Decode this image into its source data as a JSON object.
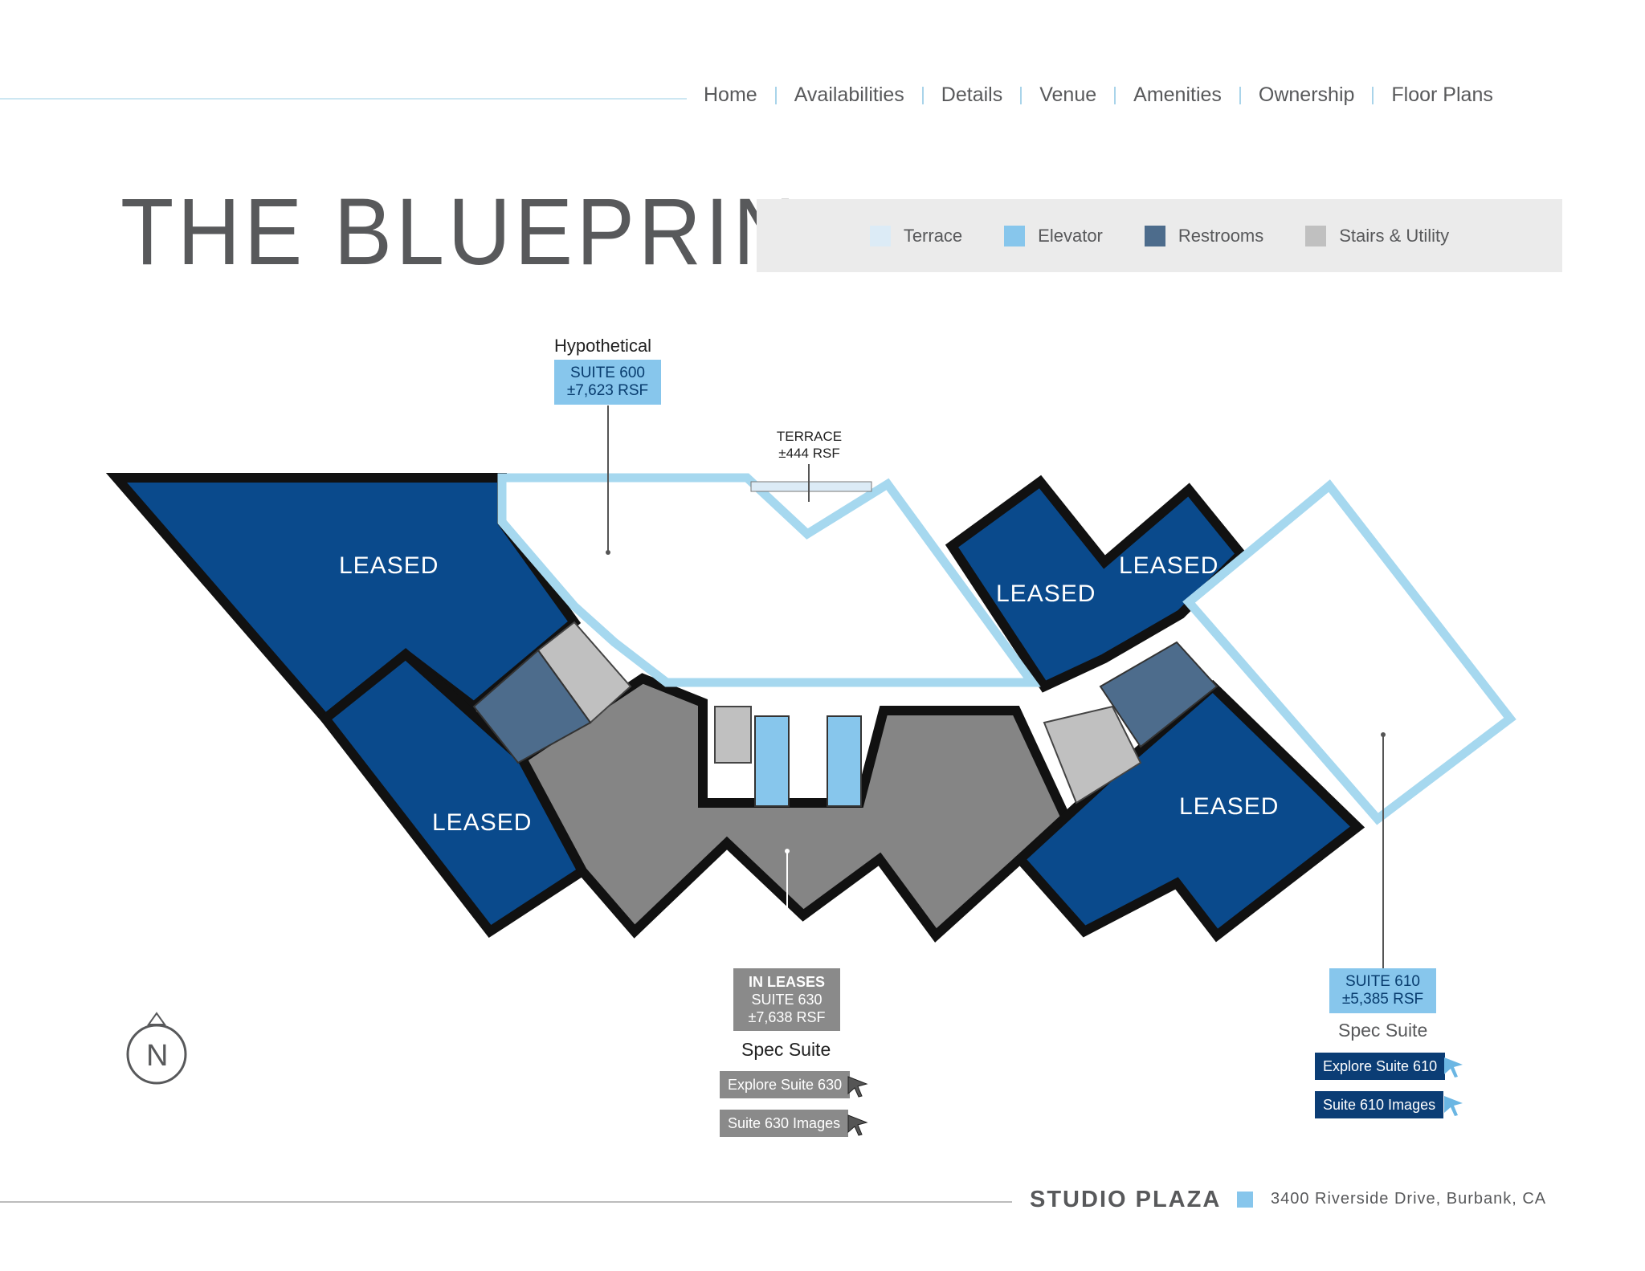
{
  "nav": {
    "items": [
      "Home",
      "Availabilities",
      "Details",
      "Venue",
      "Amenities",
      "Ownership",
      "Floor Plans"
    ]
  },
  "title": "THE BLUEPRINT",
  "legend": {
    "items": [
      {
        "label": "Terrace",
        "color": "#dcebf6"
      },
      {
        "label": "Elevator",
        "color": "#87c6ec"
      },
      {
        "label": "Restrooms",
        "color": "#4d6c8c"
      },
      {
        "label": "Stairs & Utility",
        "color": "#c0c0c0"
      }
    ]
  },
  "colors": {
    "leased": "#0a4a8c",
    "in_leases": "#858585",
    "available": "#ffffff",
    "outline_available": "#a6d8ef",
    "wall": "#111111"
  },
  "map": {
    "leased_label": "LEASED",
    "suite600": {
      "status": "Hypothetical",
      "name": "SUITE 600",
      "area": "±7,623 RSF"
    },
    "terrace": {
      "name": "TERRACE",
      "area": "±444 RSF"
    },
    "suite630": {
      "status": "IN LEASES",
      "name": "SUITE 630",
      "area": "±7,638 RSF",
      "type": "Spec Suite",
      "buttons": [
        "Explore Suite 630",
        "Suite 630 Images"
      ]
    },
    "suite610": {
      "name": "SUITE 610",
      "area": "±5,385 RSF",
      "type": "Spec Suite",
      "buttons": [
        "Explore Suite 610",
        "Suite 610 Images"
      ]
    },
    "north_label": "N"
  },
  "footer": {
    "brand": "STUDIO PLAZA",
    "address": "3400 Riverside Drive, Burbank, CA"
  }
}
